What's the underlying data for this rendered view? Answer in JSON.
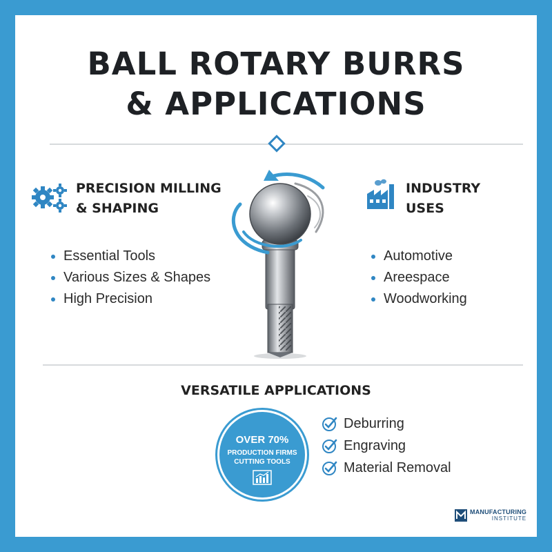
{
  "title": {
    "line1": "BALL ROTARY BURRS",
    "line2": "& APPLICATIONS"
  },
  "left_section": {
    "icon": "gears-icon",
    "heading_line1": "PRECISION MILLING",
    "heading_line2": "& SHAPING",
    "bullets": [
      "Essential Tools",
      "Various Sizes & Shapes",
      "High Precision"
    ]
  },
  "right_section": {
    "icon": "factory-icon",
    "heading_line1": "INDUSTRY",
    "heading_line2": "USES",
    "bullets": [
      "Automotive",
      "Areespace",
      "Woodworking"
    ]
  },
  "center_image": {
    "icon": "ball-rotary-burr-icon"
  },
  "versatile": {
    "heading": "VERSATILE APPLICATIONS",
    "badge": {
      "line1": "OVER 70%",
      "line2": "PRODUCTION FIRMS",
      "line3": "CUTTING TOOLS",
      "icon": "bar-chart-icon"
    },
    "checklist": [
      "Deburring",
      "Engraving",
      "Material Removal"
    ]
  },
  "logo": {
    "name": "MANUFACTURING",
    "sub": "INSTITUTE",
    "icon": "mi-logo-icon"
  },
  "colors": {
    "accent": "#3a9bd1",
    "dark_accent": "#2f86c3",
    "text": "#222222"
  }
}
